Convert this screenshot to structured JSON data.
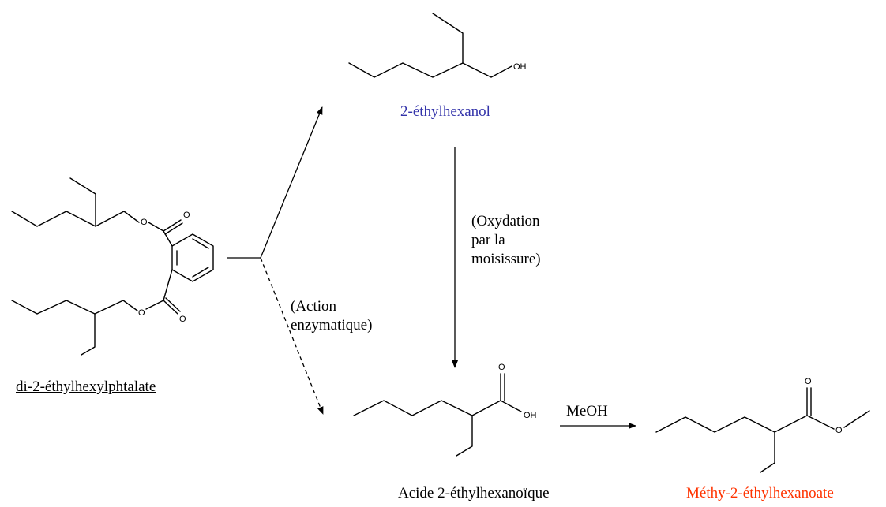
{
  "compounds": {
    "dehp": {
      "name": "di-2-éthylhexylphtalate",
      "color": "#000000",
      "underlined": true
    },
    "ethylhexanol": {
      "name": "2-éthylhexanol",
      "color": "#3333aa",
      "underlined": true
    },
    "acid": {
      "name": "Acide 2-éthylhexanoïque",
      "color": "#000000"
    },
    "ester": {
      "name": "Méthy-2-éthylhexanoate",
      "color": "#ff3300"
    }
  },
  "conditions": {
    "enzymatic_line1": "(Action",
    "enzymatic_line2": "enzymatique)",
    "oxidation_line1": "(Oxydation",
    "oxidation_line2": "par la",
    "oxidation_line3": "moisissure)",
    "methanol": "MeOH"
  },
  "atoms": {
    "oh": "OH",
    "o": "O"
  }
}
